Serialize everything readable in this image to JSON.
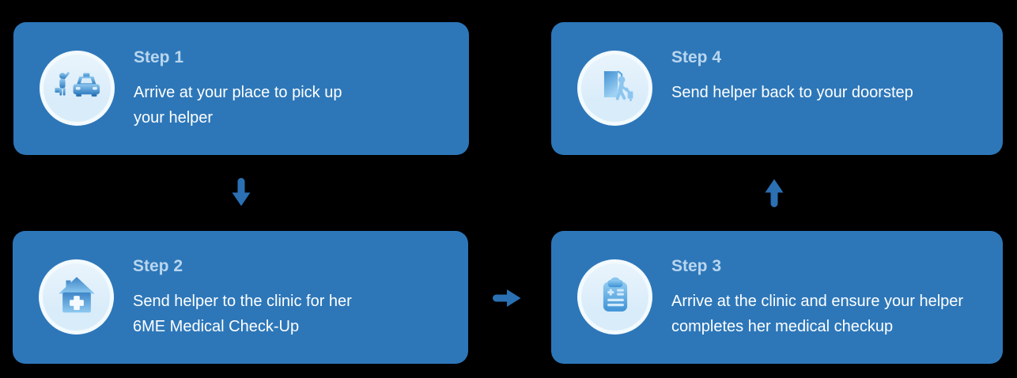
{
  "theme": {
    "background": "#000000",
    "card_bg": "#2d77b9",
    "step_title_color": "#b9d6ee",
    "body_text_color": "#ffffff",
    "arrow_color": "#2b70b3",
    "icon_circle_bg": "#d9ecfa",
    "icon_circle_ring": "#f3fafe"
  },
  "steps": [
    {
      "title": "Step 1",
      "description": [
        "Arrive at your place to pick up",
        "your helper"
      ],
      "icon": "person-hailing-taxi-icon"
    },
    {
      "title": "Step 2",
      "description": [
        "Send helper to the clinic for her",
        "6ME Medical Check-Up"
      ],
      "icon": "clinic-house-icon"
    },
    {
      "title": "Step 3",
      "description": [
        "Arrive at the clinic and ensure your helper",
        "completes her medical checkup"
      ],
      "icon": "medical-checkup-clipboard-icon"
    },
    {
      "title": "Step 4",
      "description": [
        "Send helper back to your doorstep"
      ],
      "icon": "helper-exit-door-icon"
    }
  ],
  "arrows": [
    {
      "direction": "down",
      "from": "Step 1",
      "to": "Step 2"
    },
    {
      "direction": "right",
      "from": "Step 2",
      "to": "Step 3"
    },
    {
      "direction": "up",
      "from": "Step 3",
      "to": "Step 4"
    }
  ]
}
